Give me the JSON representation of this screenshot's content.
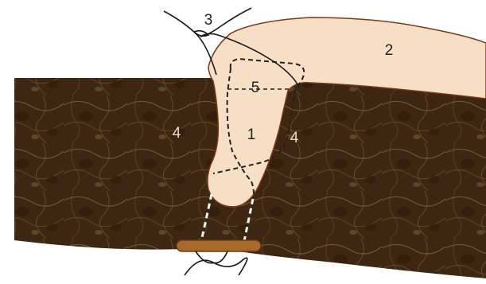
{
  "labels": {
    "l1": "1",
    "l2": "2",
    "l3": "3",
    "l4a": "4",
    "l4b": "4",
    "l5": "5"
  },
  "colors": {
    "tissue_dark": "#3a230f",
    "tissue_mid": "#5c3d1d",
    "tissue_light": "#8a6a3c",
    "flap": "#f7dfc6",
    "flap_outline": "#7a3a1a",
    "bolster": "#a86a2a",
    "suture": "#1a1a1a",
    "label_dark": "#222222",
    "label_light": "#e8dcc8"
  }
}
